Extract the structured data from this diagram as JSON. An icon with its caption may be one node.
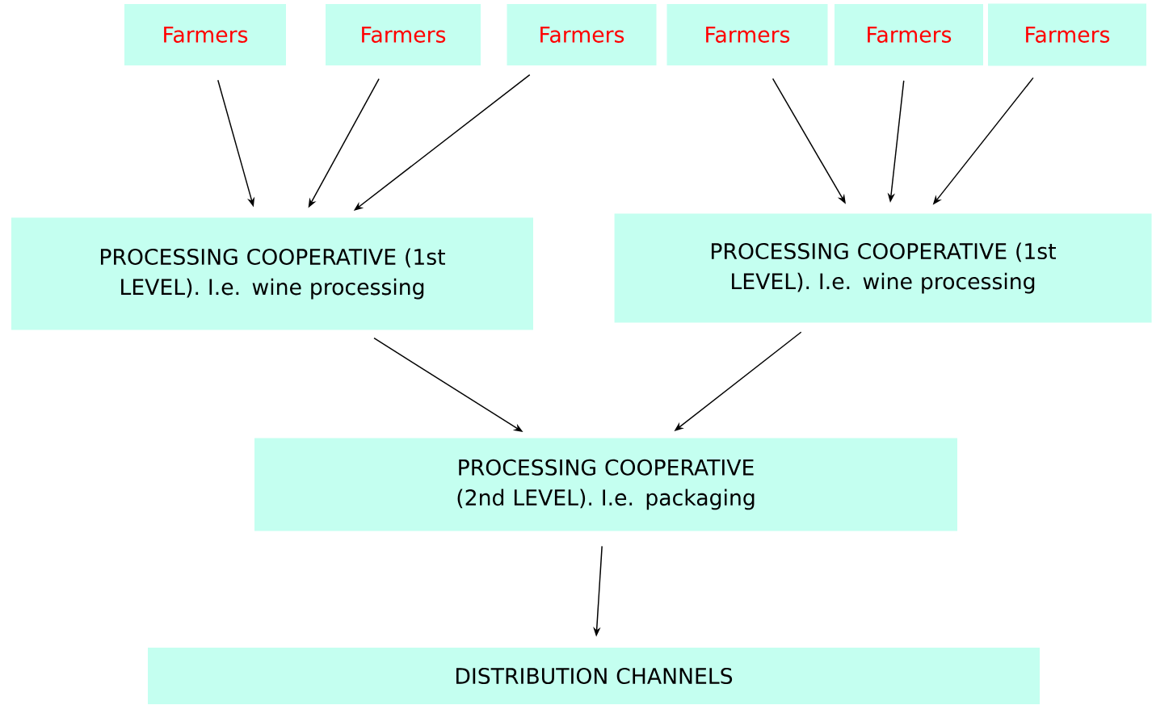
{
  "diagram": {
    "nodes": [
      {
        "text": [
          "Farmers"
        ]
      },
      {
        "text": [
          "Farmers"
        ]
      },
      {
        "text": [
          "Farmers"
        ]
      },
      {
        "text": [
          "Farmers"
        ]
      },
      {
        "text": [
          "Farmers"
        ]
      },
      {
        "text": [
          "Farmers"
        ]
      },
      {
        "text": [
          "PROCESSING COOPERATIVE (1st LEVEL). I.e. wine processing"
        ]
      },
      {
        "text": [
          "PROCESSING COOPERATIVE (1st LEVEL). I.e. wine processing"
        ]
      },
      {
        "text": [
          "PROCESSING COOPERATIVE (2nd LEVEL). I.e. packaging"
        ]
      },
      {
        "text": [
          "DISTRIBUTION CHANNELS"
        ]
      }
    ],
    "edges": [
      {
        "from": 0,
        "to": 6,
        "arrow": "to"
      },
      {
        "from": 1,
        "to": 6,
        "arrow": "to"
      },
      {
        "from": 2,
        "to": 6,
        "arrow": "to"
      },
      {
        "from": 3,
        "to": 7,
        "arrow": "to"
      },
      {
        "from": 4,
        "to": 7,
        "arrow": "to"
      },
      {
        "from": 5,
        "to": 7,
        "arrow": "to"
      },
      {
        "from": 6,
        "to": 8,
        "arrow": "to"
      },
      {
        "from": 7,
        "to": 8,
        "arrow": "to"
      },
      {
        "from": 8,
        "to": 9,
        "arrow": "to"
      }
    ]
  }
}
